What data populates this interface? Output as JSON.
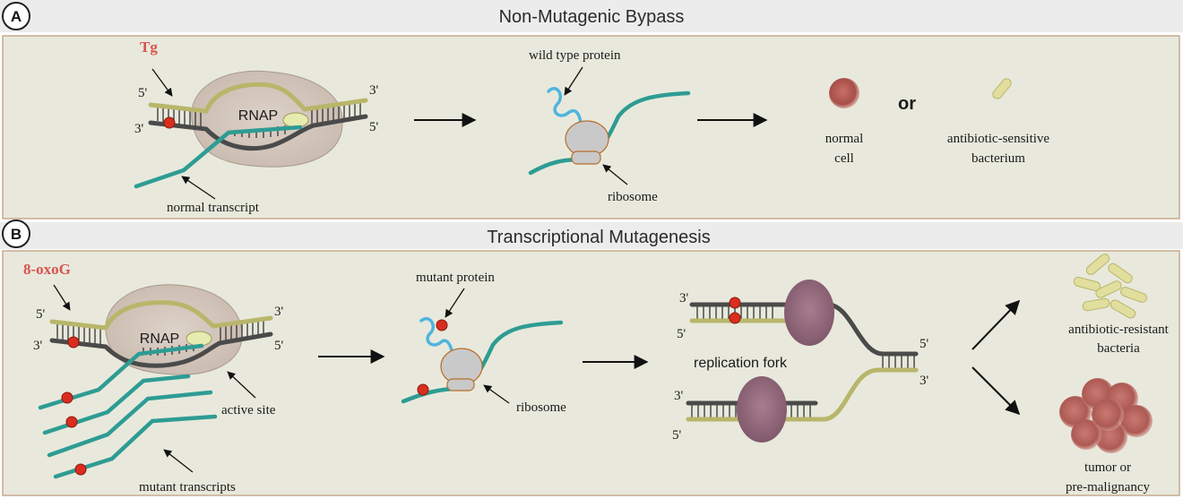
{
  "panel_a": {
    "badge": "A",
    "title": "Non-Mutagenic Bypass",
    "lesion": "Tg",
    "end_5_left": "5'",
    "end_3_left": "3'",
    "end_3_right": "3'",
    "end_5_right": "5'",
    "polymerase": "RNAP",
    "transcript": "normal transcript",
    "protein": "wild type protein",
    "ribosome": "ribosome",
    "cell_line1": "normal",
    "cell_line2": "cell",
    "or": "or",
    "bact_line1": "antibiotic-sensitive",
    "bact_line2": "bacterium"
  },
  "panel_b": {
    "badge": "B",
    "title": "Transcriptional Mutagenesis",
    "lesion": "8-oxoG",
    "end_5_left": "5'",
    "end_3_left": "3'",
    "end_3_right": "3'",
    "end_5_right": "5'",
    "polymerase": "RNAP",
    "active_site": "active site",
    "transcripts": "mutant transcripts",
    "protein": "mutant protein",
    "ribosome": "ribosome",
    "fork": "replication fork",
    "fork_top_3": "3'",
    "fork_top_5": "5'",
    "fork_bot_3": "3'",
    "fork_bot_5": "5'",
    "fork_right_5": "5'",
    "fork_right_3": "3'",
    "bact_line1": "antibiotic-resistant",
    "bact_line2": "bacteria",
    "tumor_line1": "tumor or",
    "tumor_line2": "pre-malignancy"
  },
  "colors": {
    "panel_fill": "#e8e9dc",
    "panel_border": "#c9a98e",
    "title_bar": "#ececec",
    "rnap": "#d4c7bd",
    "dna_dark": "#4a4a4a",
    "dna_olive": "#b8b66a",
    "transcript": "#2e9c93",
    "protein": "#4fb4df",
    "lesion": "#d92d1f",
    "ribosome": "#c9c9c9",
    "polymerase_purple": "#9a6f82",
    "cell": "#b5605a"
  }
}
